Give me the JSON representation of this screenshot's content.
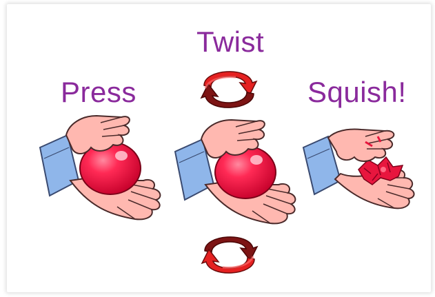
{
  "labels": {
    "twist": "Twist",
    "press": "Press",
    "squish": "Squish!"
  },
  "panels": [
    {
      "step": "press",
      "object": "red-ball",
      "state": "whole"
    },
    {
      "step": "twist",
      "object": "red-ball",
      "state": "whole"
    },
    {
      "step": "squish",
      "object": "red-ball",
      "state": "crushed"
    }
  ],
  "icons": {
    "rotate_top": "rotate-arrows-icon",
    "rotate_bottom": "rotate-arrows-icon"
  },
  "colors": {
    "label": "#8a2a9c",
    "ball": "#ff1a4a",
    "ball_dark": "#c8002a",
    "skin": "#ffb8b0",
    "outline": "#4a2a2a",
    "cuff": "#8fb6ea",
    "arrow_light": "#e32020",
    "arrow_dark": "#7a1010"
  }
}
